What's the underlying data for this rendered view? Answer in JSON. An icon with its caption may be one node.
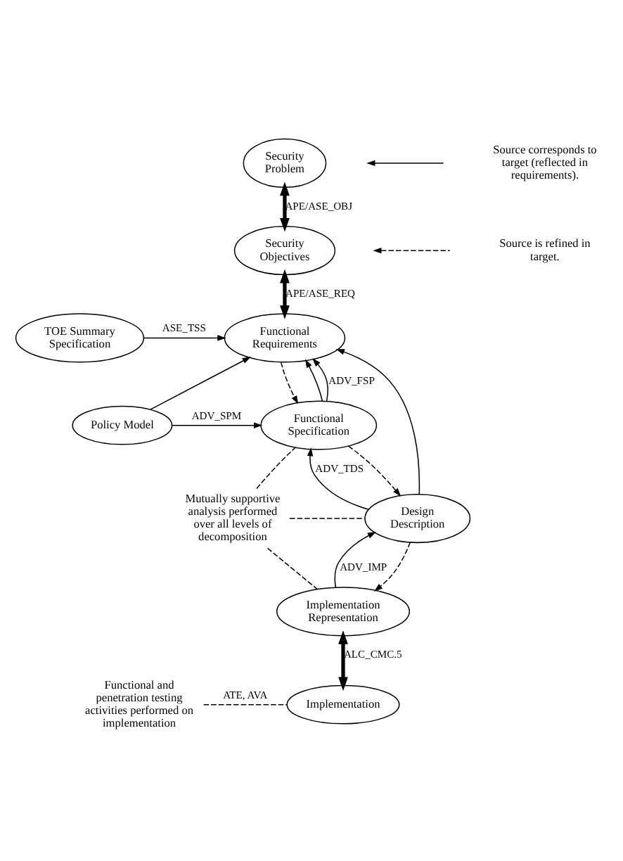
{
  "diagram": {
    "nodes": [
      {
        "text": [
          "Security Problem"
        ]
      },
      {
        "text": [
          "Security Objectives"
        ]
      },
      {
        "text": [
          "Functional Requirements"
        ]
      },
      {
        "text": [
          "TOE Summary Specification"
        ]
      },
      {
        "text": [
          "Functional Specification"
        ]
      },
      {
        "text": [
          "Policy Model"
        ]
      },
      {
        "text": [
          "Design Description"
        ]
      },
      {
        "text": [
          "Implementation Representation"
        ]
      },
      {
        "text": [
          "Implementation"
        ]
      },
      {
        "text": [
          "Mutually supportive analysis performed over all levels of decomposition"
        ]
      },
      {
        "text": [
          "Functional and penetration testing activities performed on implementation"
        ]
      }
    ],
    "edges": [
      {
        "from": 0,
        "to": 1,
        "arrow": "both",
        "label": "APE/ASE_OBJ",
        "style": "thick"
      },
      {
        "from": 1,
        "to": 2,
        "arrow": "both",
        "label": "APE/ASE_REQ",
        "style": "thick"
      },
      {
        "from": 3,
        "to": 2,
        "arrow": "to",
        "label": "ASE_TSS"
      },
      {
        "from": 4,
        "to": 2,
        "arrow": "to",
        "label": "ADV_FSP"
      },
      {
        "from": 2,
        "to": 4,
        "arrow": "to",
        "style": "dashed"
      },
      {
        "from": 4,
        "to": 2,
        "arrow": "to"
      },
      {
        "from": 5,
        "to": 2,
        "arrow": "to"
      },
      {
        "from": 5,
        "to": 4,
        "arrow": "to",
        "label": "ADV_SPM"
      },
      {
        "from": 6,
        "to": 2,
        "arrow": "to"
      },
      {
        "from": 6,
        "to": 4,
        "arrow": "to",
        "label": "ADV_TDS"
      },
      {
        "from": 4,
        "to": 6,
        "arrow": "to",
        "style": "dashed"
      },
      {
        "from": 7,
        "to": 6,
        "arrow": "to",
        "label": "ADV_IMP"
      },
      {
        "from": 6,
        "to": 7,
        "arrow": "to",
        "style": "dashed"
      },
      {
        "from": 7,
        "to": 8,
        "arrow": "both",
        "label": "ALC_CMC.5",
        "style": "thick"
      },
      {
        "from": 9,
        "to": 4,
        "arrow": "none",
        "style": "dashed"
      },
      {
        "from": 9,
        "to": 6,
        "arrow": "none",
        "style": "dashed"
      },
      {
        "from": 9,
        "to": 7,
        "arrow": "none",
        "style": "dashed"
      },
      {
        "from": 10,
        "to": 8,
        "arrow": "none",
        "label": "ATE, AVA",
        "style": "dashed"
      }
    ],
    "legend": [
      {
        "text": "Source corresponds to target (reflected in requirements)."
      },
      {
        "text": "Source is refined in target."
      }
    ]
  }
}
